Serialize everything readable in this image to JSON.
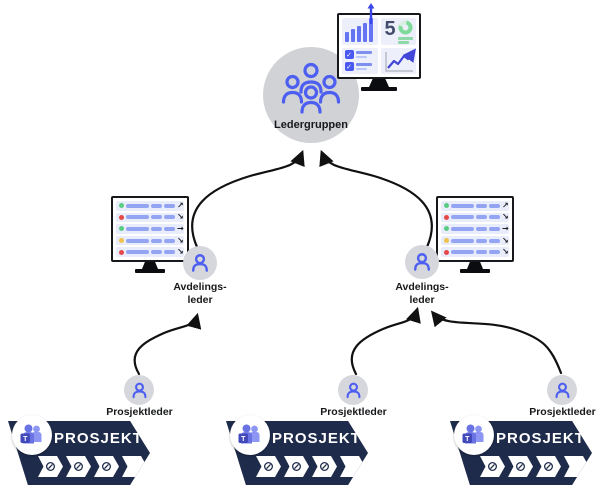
{
  "leadership": {
    "label": "Ledergruppen"
  },
  "dashboard": {
    "kpi_value": "5",
    "check_glyph": "✓",
    "widgets": [
      "bar-chart",
      "kpi-number-with-donut",
      "checklist",
      "trend-line-up"
    ]
  },
  "department_leaders": [
    {
      "label_line1": "Avdelings-",
      "label_line2": "leder"
    },
    {
      "label_line1": "Avdelings-",
      "label_line2": "leder"
    }
  ],
  "status_monitors": [
    {
      "rows": [
        {
          "status": "green",
          "trend_arrow": "↗"
        },
        {
          "status": "red",
          "trend_arrow": "↘"
        },
        {
          "status": "green",
          "trend_arrow": "→"
        },
        {
          "status": "yellow",
          "trend_arrow": "↘"
        },
        {
          "status": "red",
          "trend_arrow": "↘"
        }
      ]
    },
    {
      "rows": [
        {
          "status": "green",
          "trend_arrow": "↗"
        },
        {
          "status": "red",
          "trend_arrow": "↘"
        },
        {
          "status": "green",
          "trend_arrow": "→"
        },
        {
          "status": "yellow",
          "trend_arrow": "↘"
        },
        {
          "status": "red",
          "trend_arrow": "↘"
        }
      ]
    }
  ],
  "project_leaders": [
    {
      "label": "Prosjektleder"
    },
    {
      "label": "Prosjektleder"
    },
    {
      "label": "Prosjektleder"
    }
  ],
  "projects": [
    {
      "label": "PROSJEKT",
      "phases_total": 5,
      "phases_done": 3,
      "teams_badge": "T"
    },
    {
      "label": "PROSJEKT",
      "phases_total": 5,
      "phases_done": 3,
      "teams_badge": "T"
    },
    {
      "label": "PROSJEKT",
      "phases_total": 5,
      "phases_done": 3,
      "teams_badge": "T"
    }
  ],
  "colors": {
    "accent_blue": "#4d5ff1",
    "navy_banner": "#1e2b4b",
    "circle_gray": "#d1d2d6",
    "row_bg": "#e9edfb",
    "status_green": "#58cc82",
    "status_red": "#e64747",
    "status_yellow": "#f0c24b",
    "kpi_green": "#7ed99b",
    "teams_purple_light": "#8d96f2",
    "teams_purple_dark": "#6a73e3",
    "teams_badge_bg": "#4149bb",
    "connector_black": "#111111"
  }
}
